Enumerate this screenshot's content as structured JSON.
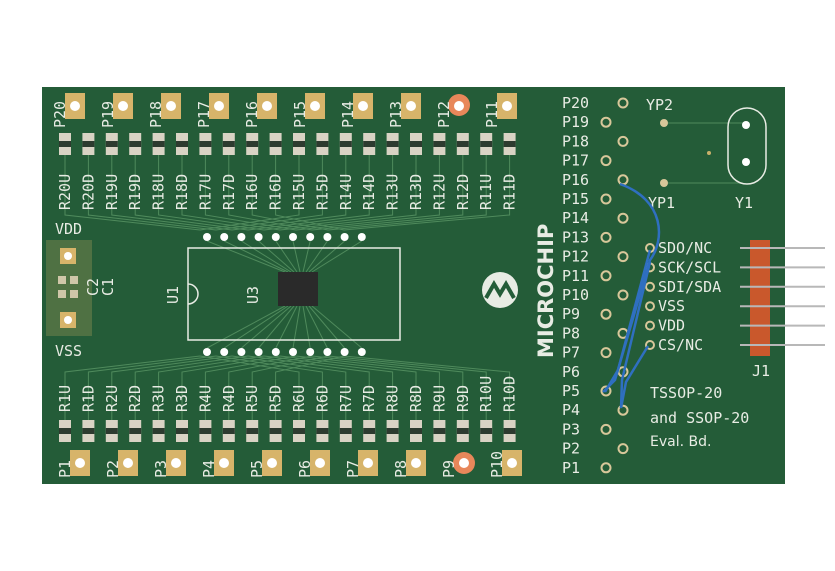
{
  "board": {
    "color": "#245c38",
    "top_pads": [
      "P20",
      "P19",
      "P18",
      "P17",
      "P16",
      "P15",
      "P14",
      "P13",
      "P12",
      "P11"
    ],
    "top_resistors": [
      "R20U",
      "R20D",
      "R19U",
      "R19D",
      "R18U",
      "R18D",
      "R17U",
      "R17D",
      "R16U",
      "R16D",
      "R15U",
      "R15D",
      "R14U",
      "R14D",
      "R13U",
      "R13D",
      "R12U",
      "R12D",
      "R11U",
      "R11D"
    ],
    "bottom_pads": [
      "P1",
      "P2",
      "P3",
      "P4",
      "P5",
      "P6",
      "P7",
      "P8",
      "P9",
      "P10"
    ],
    "bottom_resistors": [
      "R1U",
      "R1D",
      "R2U",
      "R2D",
      "R3U",
      "R3D",
      "R4U",
      "R4D",
      "R5U",
      "R5D",
      "R6U",
      "R6D",
      "R7U",
      "R7D",
      "R8U",
      "R8D",
      "R9U",
      "R9D",
      "R10U",
      "R10D"
    ],
    "power": {
      "vdd": "VDD",
      "vss": "VSS",
      "c2": "C2",
      "c1": "C1"
    },
    "ic_labels": {
      "u1": "U1",
      "u3": "U3"
    },
    "logo_text": "MICROCHIP",
    "right_pins": [
      "P20",
      "P19",
      "P18",
      "P17",
      "P16",
      "P15",
      "P14",
      "P13",
      "P12",
      "P11",
      "P10",
      "P9",
      "P8",
      "P7",
      "P6",
      "P5",
      "P4",
      "P3",
      "P2",
      "P1"
    ],
    "crystal": {
      "yp2": "YP2",
      "yp1": "YP1",
      "y1": "Y1"
    },
    "header": {
      "name": "J1",
      "pins": [
        "SDO/NC",
        "SCK/SCL",
        "SDI/SDA",
        "VSS",
        "VDD",
        "CS/NC"
      ]
    },
    "title_lines": [
      "TSSOP-20",
      "and SSOP-20",
      "Eval. Bd."
    ]
  }
}
